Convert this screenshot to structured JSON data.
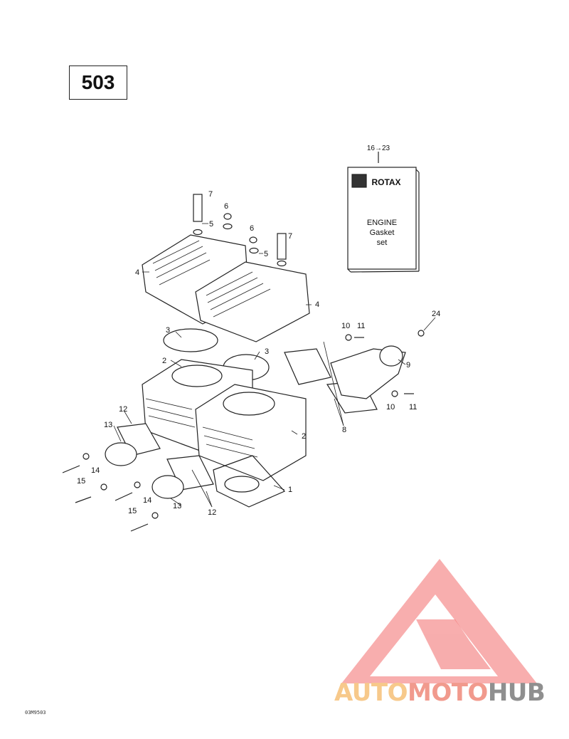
{
  "diagram": {
    "model_number": "503",
    "drawing_code": "03M9503",
    "gasket_set": {
      "range_label": "16→23",
      "brand": "ROTAX",
      "title_line1": "ENGINE",
      "title_line2": "Gasket",
      "title_line3": "set"
    },
    "callouts": {
      "c1": "1",
      "c2a": "2",
      "c2b": "2",
      "c3a": "3",
      "c3b": "3",
      "c4a": "4",
      "c4b": "4",
      "c5a": "5",
      "c5b": "5",
      "c6a": "6",
      "c6b": "6",
      "c7a": "7",
      "c7b": "7",
      "c8": "8",
      "c9": "9",
      "c10a": "10",
      "c10b": "10",
      "c11a": "11",
      "c11b": "11",
      "c12a": "12",
      "c12b": "12",
      "c13a": "13",
      "c13b": "13",
      "c14a": "14",
      "c14b": "14",
      "c15a": "15",
      "c15b": "15",
      "c24": "24"
    }
  },
  "watermark": {
    "part1": "AUTO",
    "part2": "MOTO",
    "part3": "HUB",
    "color_auto": "#f7c98b",
    "color_moto": "#f19a8d",
    "color_hub": "#8f8f8f"
  }
}
